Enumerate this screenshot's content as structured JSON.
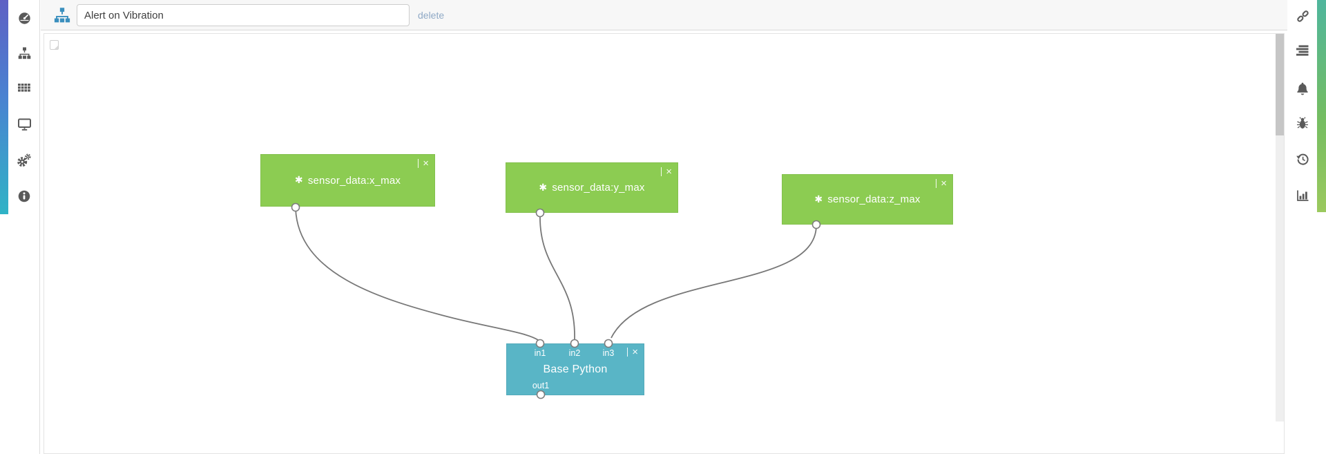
{
  "header": {
    "title_input": {
      "value": "Alert on Vibration",
      "placeholder": ""
    },
    "delete_label": "delete"
  },
  "left_sidebar": {
    "items": [
      {
        "name": "dashboard"
      },
      {
        "name": "flows"
      },
      {
        "name": "tables"
      },
      {
        "name": "displays"
      },
      {
        "name": "settings"
      },
      {
        "name": "info"
      }
    ]
  },
  "right_sidebar": {
    "items": [
      {
        "name": "links"
      },
      {
        "name": "logs"
      },
      {
        "name": "alerts"
      },
      {
        "name": "debug"
      },
      {
        "name": "history"
      },
      {
        "name": "charts"
      }
    ]
  },
  "flow": {
    "icon_glyph": "✱",
    "close_glyph": "×",
    "nodes": [
      {
        "id": "sensor-x",
        "title": "sensor_data:x_max",
        "type": "input"
      },
      {
        "id": "sensor-y",
        "title": "sensor_data:y_max",
        "type": "input"
      },
      {
        "id": "sensor-z",
        "title": "sensor_data:z_max",
        "type": "input"
      },
      {
        "id": "base-python",
        "title": "Base Python",
        "type": "processor",
        "inputs": [
          "in1",
          "in2",
          "in3"
        ],
        "outputs": [
          "out1"
        ]
      }
    ]
  },
  "colors": {
    "node_green": "#8ccc52",
    "node_blue": "#59b5c6",
    "wire": "#777777",
    "port_stroke": "#7d7d7d",
    "header_flow_icon": "#3a8fbe",
    "left_strip_top": "#5e60c4",
    "left_strip_mid": "#4a82d1",
    "left_strip_bottom": "#30b3c6",
    "right_strip_top": "#4fb69d",
    "right_strip_mid": "#74bd62",
    "right_strip_bottom": "#9bc95e"
  }
}
